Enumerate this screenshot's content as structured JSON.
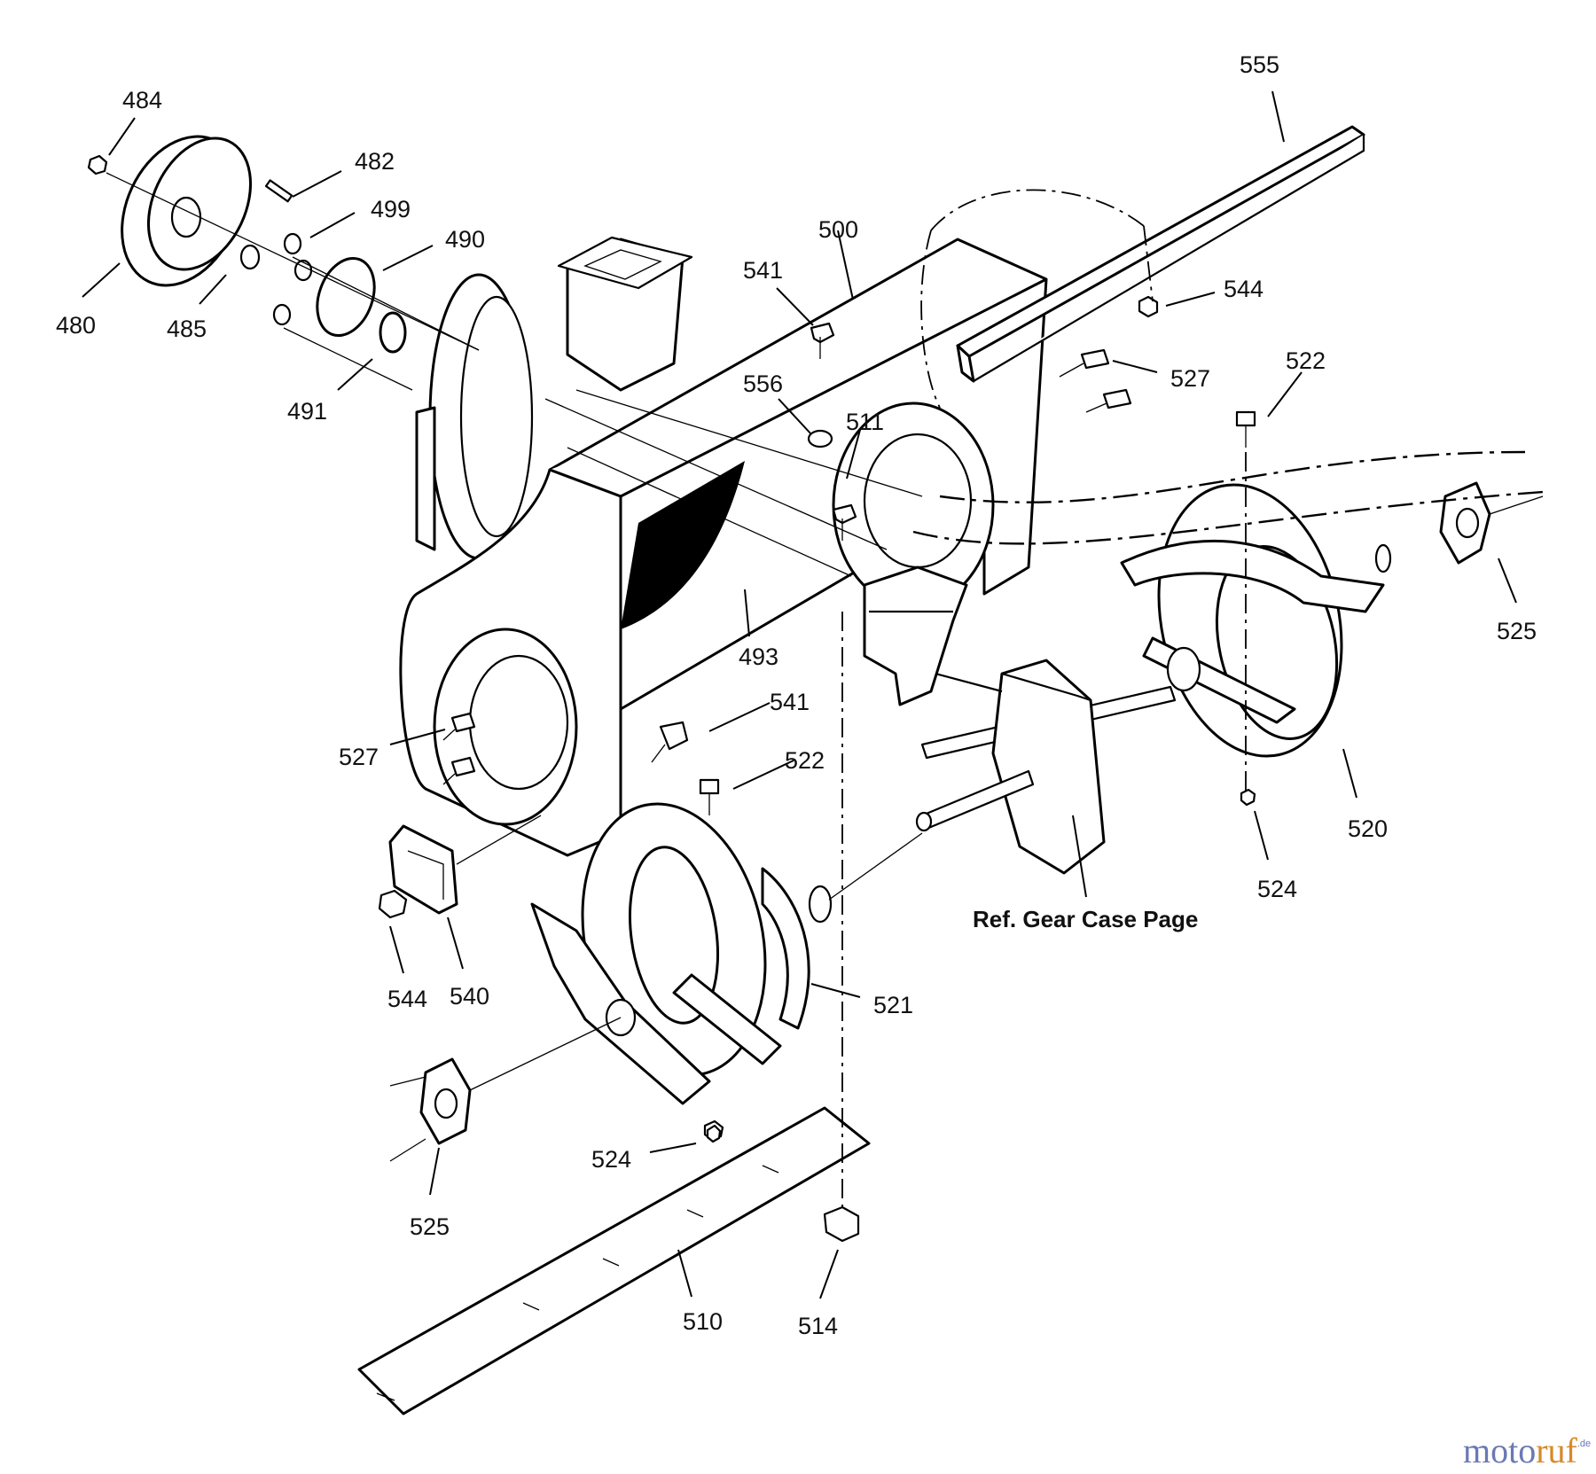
{
  "diagram": {
    "part_numbers": {
      "p484": "484",
      "p482": "482",
      "p499": "499",
      "p490": "490",
      "p480": "480",
      "p485": "485",
      "p491": "491",
      "p555": "555",
      "p500": "500",
      "p541a": "541",
      "p544a": "544",
      "p527a": "527",
      "p522a": "522",
      "p556": "556",
      "p511": "511",
      "p525a": "525",
      "p493": "493",
      "p541b": "541",
      "p527b": "527",
      "p522b": "522",
      "p520": "520",
      "p524a": "524",
      "p544b": "544",
      "p540": "540",
      "p521": "521",
      "p524b": "524",
      "p525b": "525",
      "p510": "510",
      "p514": "514"
    },
    "reference_note": "Ref. Gear Case Page"
  },
  "watermark": {
    "part1": "moto",
    "part2": "ruf",
    "suffix": ".de",
    "colors": {
      "primary": "#6a79b4",
      "accent": "#d68a2a"
    }
  }
}
